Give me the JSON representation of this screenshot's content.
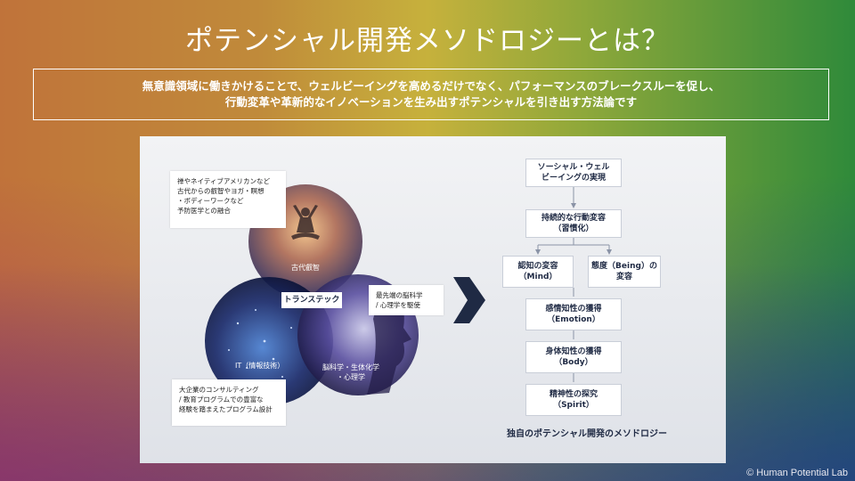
{
  "title": "ポテンシャル開発メソドロジーとは？",
  "subtitle": {
    "line1": "無意識領域に働きかけることで、ウェルビーイングを高めるだけでなく、パフォーマンスのブレークスルーを促し、",
    "line2": "行動変革や革新的なイノベーションを生み出すポテンシャルを引き出す方法論です"
  },
  "venn": {
    "callout_top": [
      "禅やネイティブアメリカンなど",
      "古代からの叡智やヨガ・瞑想",
      "・ボディーワークなど",
      "予防医学との融合"
    ],
    "callout_right": [
      "最先端の脳科学",
      "/ 心理学を駆使"
    ],
    "callout_bottom": [
      "大企業のコンサルティング",
      "/ 教育プログラムでの豊富な",
      "経験を踏まえたプログラム設計"
    ],
    "circle_ancient": "古代叡智",
    "circle_it": "IT（情報技術）",
    "circle_brain_line1": "脳科学・生体化学",
    "circle_brain_line2": "・心理学",
    "center": "トランステック"
  },
  "methodology": {
    "wellbeing": [
      "ソーシャル・ウェル",
      "ビーイングの実現"
    ],
    "behavior": [
      "持続的な行動変容",
      "（習慣化）"
    ],
    "mind": [
      "認知の変容",
      "（Mind）"
    ],
    "being": [
      "態度（Being）の",
      "変容"
    ],
    "emotion": [
      "感情知性の獲得",
      "（Emotion）"
    ],
    "body": [
      "身体知性の獲得",
      "（Body）"
    ],
    "spirit": [
      "精神性の探究",
      "（Spirit）"
    ],
    "caption": "独自のポテンシャル開発のメソドロジー"
  },
  "copyright": "© Human Potential Lab",
  "colors": {
    "navy": "#1f2a44",
    "white": "#ffffff"
  }
}
